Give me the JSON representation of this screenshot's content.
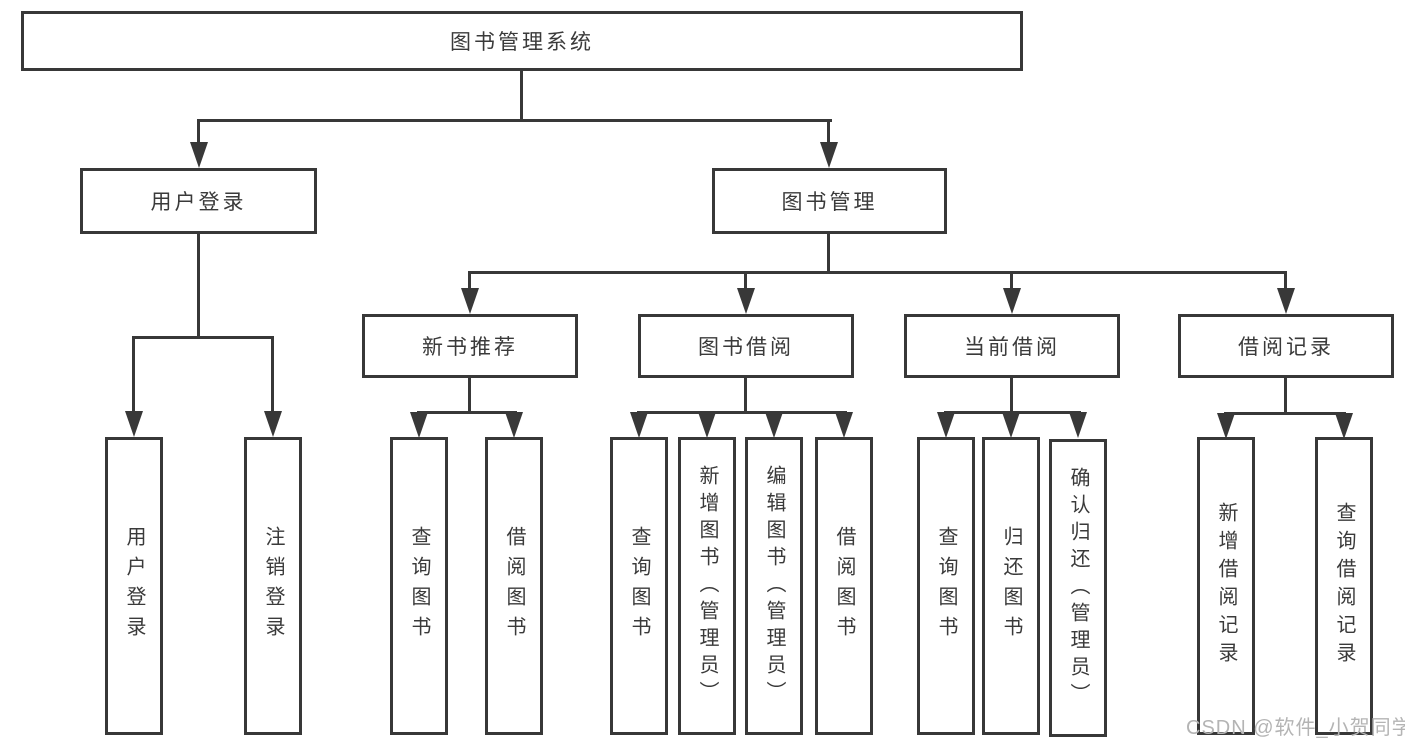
{
  "diagram_title": "图书管理系统",
  "colors": {
    "line": "#383838",
    "box_border": "#383838",
    "text": "#3a3a3a",
    "background": "#ffffff",
    "watermark": "#b4b4b4"
  },
  "nodes": {
    "root": {
      "label": "图书管理系统"
    },
    "user_login": {
      "label": "用户登录"
    },
    "book_mgmt": {
      "label": "图书管理"
    },
    "new_book_rec": {
      "label": "新书推荐"
    },
    "book_borrow": {
      "label": "图书借阅"
    },
    "current_borrow": {
      "label": "当前借阅"
    },
    "borrow_records": {
      "label": "借阅记录"
    },
    "leaf_user_login": {
      "label": "用户登录"
    },
    "leaf_logout": {
      "label": "注销登录"
    },
    "leaf_query_book_new": {
      "label": "查询图书"
    },
    "leaf_borrow_book_new": {
      "label": "借阅图书"
    },
    "leaf_query_book_borrow": {
      "label": "查询图书"
    },
    "leaf_add_book": {
      "label": "新增图书（管理员）"
    },
    "leaf_edit_book": {
      "label": "编辑图书（管理员）"
    },
    "leaf_borrow_book": {
      "label": "借阅图书"
    },
    "leaf_query_book_current": {
      "label": "查询图书"
    },
    "leaf_return_book": {
      "label": "归还图书"
    },
    "leaf_confirm_return": {
      "label": "确认归还（管理员）"
    },
    "leaf_add_record": {
      "label": "新增借阅记录"
    },
    "leaf_query_record": {
      "label": "查询借阅记录"
    }
  },
  "hierarchy": {
    "图书管理系统": {
      "用户登录": [
        "用户登录",
        "注销登录"
      ],
      "图书管理": {
        "新书推荐": [
          "查询图书",
          "借阅图书"
        ],
        "图书借阅": [
          "查询图书",
          "新增图书（管理员）",
          "编辑图书（管理员）",
          "借阅图书"
        ],
        "当前借阅": [
          "查询图书",
          "归还图书",
          "确认归还（管理员）"
        ],
        "借阅记录": [
          "新增借阅记录",
          "查询借阅记录"
        ]
      }
    }
  },
  "watermark": {
    "text": "CSDN @软件_小贺同学"
  }
}
